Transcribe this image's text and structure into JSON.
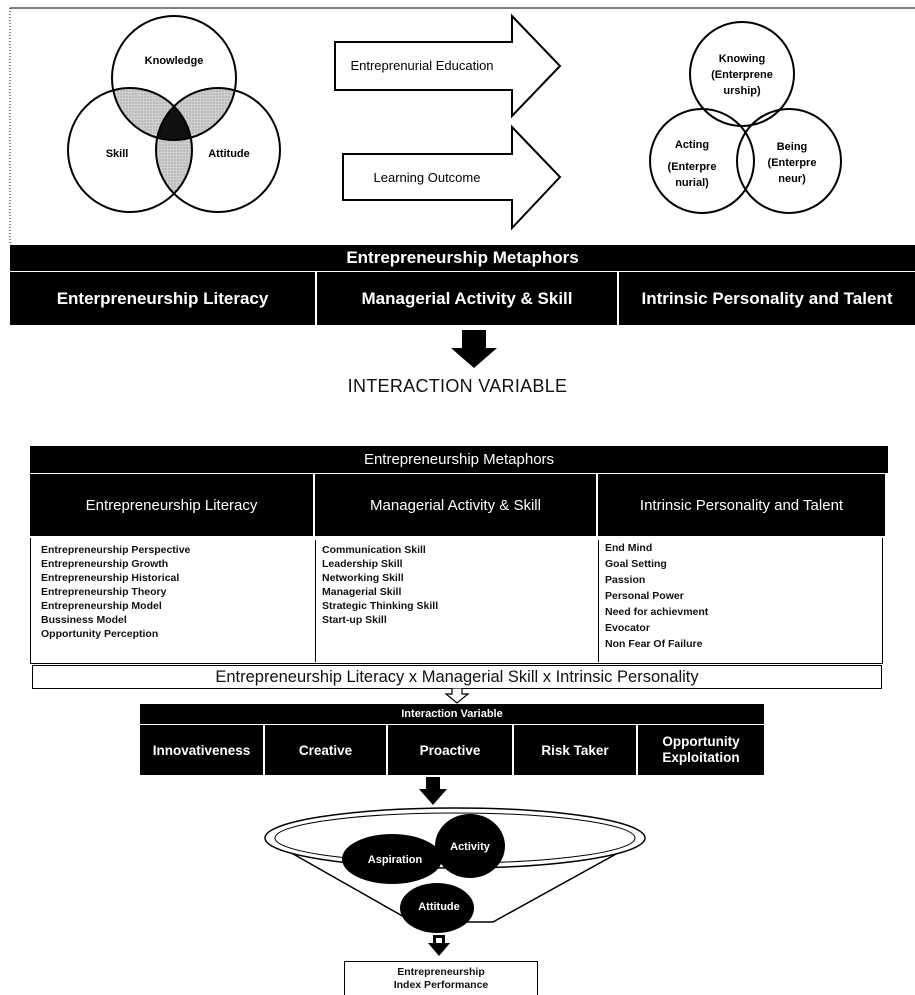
{
  "venn_left": {
    "knowledge": "Knowledge",
    "skill": "Skill",
    "attitude": "Attitude"
  },
  "arrows": {
    "top": "Entreprenurial Education",
    "bottom": "Learning Outcome"
  },
  "venn_right": {
    "knowing": [
      "Knowing",
      "(Enterprene",
      "urship)"
    ],
    "acting": [
      "Acting",
      "(Enterpre",
      "nurial)"
    ],
    "being": [
      "Being",
      "(Enterpre",
      "neur)"
    ]
  },
  "metaphors_top": {
    "title": "Entrepreneurship Metaphors",
    "cols": [
      "Enterpreneurship Literacy",
      "Managerial Activity & Skill",
      "Intrinsic Personality and Talent"
    ]
  },
  "interaction_heading": "INTERACTION VARIABLE",
  "metaphors_bottom": {
    "title": "Entrepreneurship Metaphors",
    "cols": [
      "Entrepreneurship Literacy",
      "Managerial Activity & Skill",
      "Intrinsic Personality and Talent"
    ]
  },
  "lists": {
    "literacy": [
      "Entrepreneurship Perspective",
      "Entrepreneurship Growth",
      "Entrepreneurship Historical",
      "Entrepreneurship Theory",
      "Entrepreneurship Model",
      "Bussiness Model",
      "Opportunity Perception"
    ],
    "managerial": [
      "Communication Skill",
      "Leadership Skill",
      "Networking Skill",
      "Managerial Skill",
      "Strategic Thinking Skill",
      "Start-up  Skill"
    ],
    "intrinsic": [
      "End Mind",
      "Goal Setting",
      "Passion",
      "Personal Power",
      "Need for achievment",
      "Evocator",
      "Non Fear Of Failure"
    ]
  },
  "formula": "Entrepreneurship Literacy x Managerial  Skill x Intrinsic Personality",
  "interaction_box": {
    "title": "Interaction Variable",
    "items": [
      "Innovativeness",
      "Creative",
      "Proactive",
      "Risk Taker",
      "Opportunity Exploitation"
    ]
  },
  "funnel": {
    "aspiration": "Aspiration",
    "activity": "Activity",
    "attitude": "Attitude"
  },
  "result": "Entrepreneurship  Index Performance"
}
